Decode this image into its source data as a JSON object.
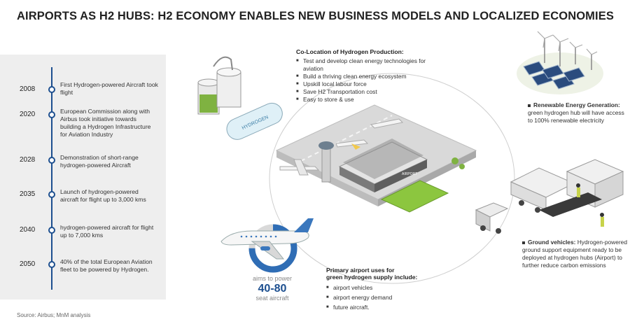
{
  "title": "AIRPORTS AS H2 HUBS: H2 ECONOMY ENABLES NEW BUSINESS MODELS AND LOCALIZED ECONOMIES",
  "timeline": [
    {
      "year": "2008",
      "text": "First Hydrogen-powered Aircraft took flight"
    },
    {
      "year": "2020",
      "text": "European Commission along with Airbus took initiative towards building a Hydrogen Infrastructure for Aviation Industry"
    },
    {
      "year": "2028",
      "text": "Demonstration of short-range hydrogen-powered Aircraft"
    },
    {
      "year": "2035",
      "text": "Launch of hydrogen-powered aircraft for flight up to 3,000 kms"
    },
    {
      "year": "2040",
      "text": "hydrogen-powered aircraft for flight up to 7,000 kms"
    },
    {
      "year": "2050",
      "text": "40% of the total European Aviation fleet to be powered by Hydrogen."
    }
  ],
  "colocation": {
    "heading": "Co-Location of Hydrogen Production:",
    "items": [
      "Test and develop clean energy technologies for aviation",
      "Build a thriving clean energy ecosystem",
      "Upskill local labour force",
      "Save H2 Transportation cost",
      "Easy to store & use"
    ]
  },
  "renewable": {
    "heading": "Renewable Energy Generation:",
    "text": "green hydrogen hub will have access to 100% renewable electricity"
  },
  "ground": {
    "heading": "Ground vehicles:",
    "text": "Hydrogen-powered ground support equipment ready to be deployed at hydrogen hubs (Airport) to further reduce carbon emissions"
  },
  "primary": {
    "heading_line1": "Primary airport uses for",
    "heading_line2": "green hydrogen supply include:",
    "items": [
      "airport vehicles",
      "airport energy demand",
      "future aircraft."
    ]
  },
  "aims": {
    "line1": "aims to power",
    "value": "40-80",
    "line3": "seat aircraft",
    "ring_fraction": 0.75
  },
  "tank_label": "HYDROGEN",
  "terminal_label": "AIRPORT",
  "source": "Source: Airbus; MnM analysis",
  "colors": {
    "accent": "#1d4f8f",
    "panel": "#eeeeee",
    "grass": "#8cc63f",
    "ring": "#2f6db5"
  }
}
